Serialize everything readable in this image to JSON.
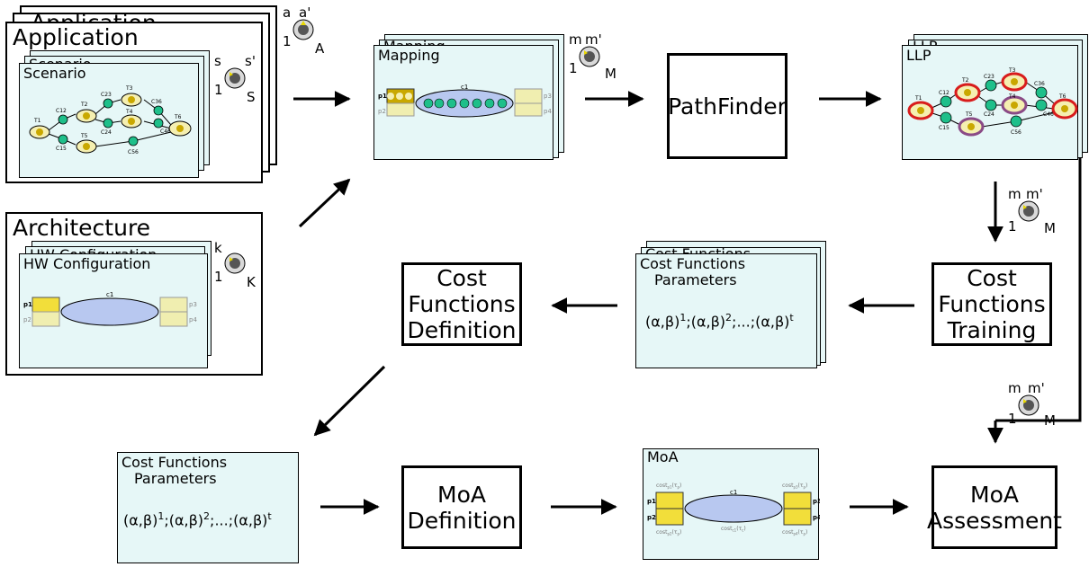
{
  "application": {
    "back_title": "Application",
    "title": "Application",
    "scenario_back_title": "Scenario",
    "scenario_title": "Scenario",
    "dial_outer": {
      "top_left": "a",
      "top_right": "a'",
      "bottom_left": "1",
      "bottom_right": "A"
    },
    "dial_inner": {
      "top_left": "s",
      "top_right": "s'",
      "bottom_left": "1",
      "bottom_right": "S"
    },
    "graph": {
      "tasks": [
        "T1",
        "T2",
        "T3",
        "T4",
        "T5",
        "T6"
      ],
      "channels": [
        "C12",
        "C23",
        "C24",
        "C36",
        "C46",
        "C15",
        "C56"
      ]
    }
  },
  "architecture": {
    "title": "Architecture",
    "hw_back_title": "HW Configuration",
    "hw_title": "HW Configuration",
    "dial": {
      "top_left": "k",
      "bottom_left": "1",
      "bottom_right": "K"
    },
    "channel": "c1",
    "ports": [
      "p1",
      "p2",
      "p3",
      "p4"
    ]
  },
  "mapping": {
    "back_title": "Mapping",
    "title": "Mapping",
    "dial": {
      "top_left": "m",
      "top_right": "m'",
      "bottom_left": "1",
      "bottom_right": "M"
    },
    "channel": "c1",
    "ports": [
      "p1",
      "p2",
      "p3",
      "p4"
    ]
  },
  "pathfinder": {
    "label": "PathFinder"
  },
  "llp": {
    "back_title": "LLP",
    "title": "LLP",
    "tasks": [
      "T1",
      "T2",
      "T3",
      "T4",
      "T5",
      "T6"
    ],
    "channels": [
      "C12",
      "C23",
      "C24",
      "C36",
      "C46",
      "C15",
      "C56"
    ]
  },
  "dial_training": {
    "top_left": "m",
    "top_right": "m'",
    "bottom_left": "1",
    "bottom_right": "M"
  },
  "dial_assessment": {
    "top_left": "m",
    "top_right": "m'",
    "bottom_left": "1",
    "bottom_right": "M"
  },
  "cf_training": {
    "line1": "Cost",
    "line2": "Functions",
    "line3": "Training"
  },
  "cf_params_stack": {
    "back_title": "Cost Functions",
    "line1": "Cost Functions",
    "line2": "Parameters",
    "formula_base": "(α,β)",
    "formula_sep": ";",
    "formula_ellipsis": "...",
    "exp1": "1",
    "exp2": "2",
    "expt": "t"
  },
  "cf_definition": {
    "line1": "Cost",
    "line2": "Functions",
    "line3": "Definition"
  },
  "cf_params_single": {
    "line1": "Cost Functions",
    "line2": "Parameters",
    "formula_base": "(α,β)",
    "formula_sep": ";",
    "formula_ellipsis": "...",
    "exp1": "1",
    "exp2": "2",
    "expt": "t"
  },
  "moa_definition": {
    "line1": "MoA",
    "line2": "Definition"
  },
  "moa": {
    "title": "MoA",
    "channel": "c1",
    "ports": [
      "p1",
      "p2",
      "p3",
      "p4"
    ],
    "cost_p1": "cost",
    "cost_p1_sub": "p1",
    "cost_p1_arg": "(τ",
    "cost_p1_arg_sub": "p",
    "cost_p2": "cost",
    "cost_p2_sub": "p2",
    "cost_p2_arg": "(τ",
    "cost_p2_arg_sub": "p",
    "cost_p3": "cost",
    "cost_p3_sub": "p3",
    "cost_p3_arg": "(τ",
    "cost_p3_arg_sub": "p",
    "cost_p4": "cost",
    "cost_p4_sub": "p4",
    "cost_p4_arg": "(τ",
    "cost_p4_arg_sub": "p",
    "cost_c1": "cost",
    "cost_c1_sub": "c1",
    "cost_c1_arg": "(τ",
    "cost_c1_arg_sub": "c"
  },
  "moa_assessment": {
    "line1": "MoA",
    "line2": "Assessment"
  },
  "colors": {
    "panel": "#e6f7f7",
    "task": "#f5efb0",
    "task_core": "#c9a800",
    "channel": "#1ebf8a",
    "ellipse": "#b8c8f0",
    "port": "#f2de3a",
    "port_light": "#f0eeb0",
    "llp_red": "#d81c1c",
    "llp_purple": "#8a4a86"
  }
}
